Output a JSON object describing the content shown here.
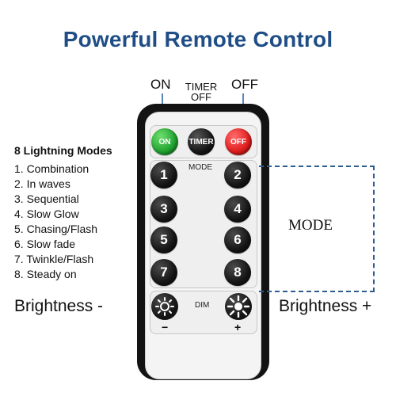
{
  "title": "Powerful Remote Control",
  "callouts": {
    "on": "ON",
    "timer_off_line1": "TIMER",
    "timer_off_line2": "OFF",
    "off": "OFF"
  },
  "remote": {
    "top_buttons": [
      {
        "label": "ON",
        "color": "#21a331"
      },
      {
        "label": "TIMER",
        "color": "#171717"
      },
      {
        "label": "OFF",
        "color": "#e11d1d"
      }
    ],
    "mode_label": "MODE",
    "number_buttons": [
      "1",
      "2",
      "3",
      "4",
      "5",
      "6",
      "7",
      "8"
    ],
    "dim_label": "DIM",
    "minus": "−",
    "plus": "+"
  },
  "modes": {
    "title": "8 Lightning Modes",
    "items": [
      "1. Combination",
      "2. In waves",
      "3. Sequential",
      "4. Slow Glow",
      "5. Chasing/Flash",
      "6. Slow fade",
      "7. Twinkle/Flash",
      "8. Steady on"
    ]
  },
  "mode_callout": "MODE",
  "brightness": {
    "minus": "Brightness -",
    "plus": "Brightness +"
  },
  "colors": {
    "title": "#1f4e86",
    "bracket": "#2c5c92",
    "tick": "#5a86b7"
  }
}
